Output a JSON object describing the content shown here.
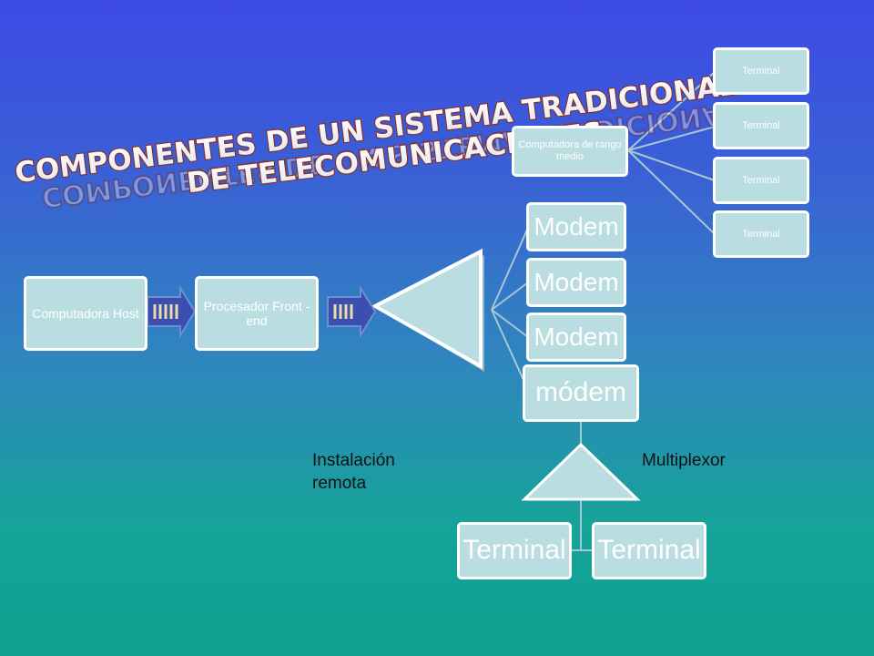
{
  "title": {
    "line1": "COMPONENTES DE UN SISTEMA TRADICIONAL",
    "line2": "DE TELECOMUNICACIONES"
  },
  "nodes": {
    "host": "Computadora Host",
    "frontend": "Procesador Front - end",
    "midrange": "Computadora de rango medio",
    "terminals_top": [
      "Terminal",
      "Terminal",
      "Terminal",
      "Terminal"
    ],
    "modems": [
      "Modem",
      "Modem",
      "Modem"
    ],
    "modem_lower": "módem",
    "terminals_bottom": [
      "Terminal",
      "Terminal"
    ]
  },
  "labels": {
    "remote": "Instalación remota",
    "multiplexor": "Multiplexor"
  },
  "colors": {
    "box_fill": "#b9dde0",
    "box_border": "#ffffff",
    "title_fill": "#ffffff",
    "title_stroke": "#8a2a1a"
  }
}
